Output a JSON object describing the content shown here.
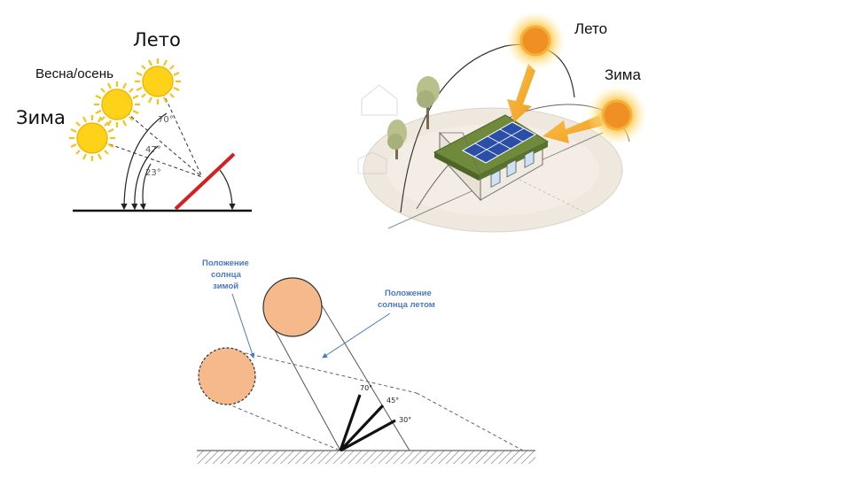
{
  "diagram_1": {
    "labels": {
      "summer": "Лето",
      "spring_autumn": "Весна/осень",
      "winter": "Зима"
    },
    "angles": [
      "70°",
      "47°",
      "23°"
    ]
  },
  "diagram_2": {
    "labels": {
      "summer": "Лето",
      "winter": "Зима"
    }
  },
  "diagram_3": {
    "labels": {
      "winter_line1": "Положение",
      "winter_line2": "солнца",
      "winter_line3": "зимой",
      "summer_line1": "Положение",
      "summer_line2": "солнца летом"
    },
    "angles": [
      "70°",
      "45°",
      "30°"
    ]
  },
  "colors": {
    "sun_yellow": "#ffd21a",
    "sun_orange": "#f29a2a",
    "panel_red": "#d81e1e",
    "label_blue": "#4a78c8",
    "circle_fill": "#f5b98c",
    "roof_green": "#6f8a3a",
    "panel_blue": "#2b4fa8"
  }
}
